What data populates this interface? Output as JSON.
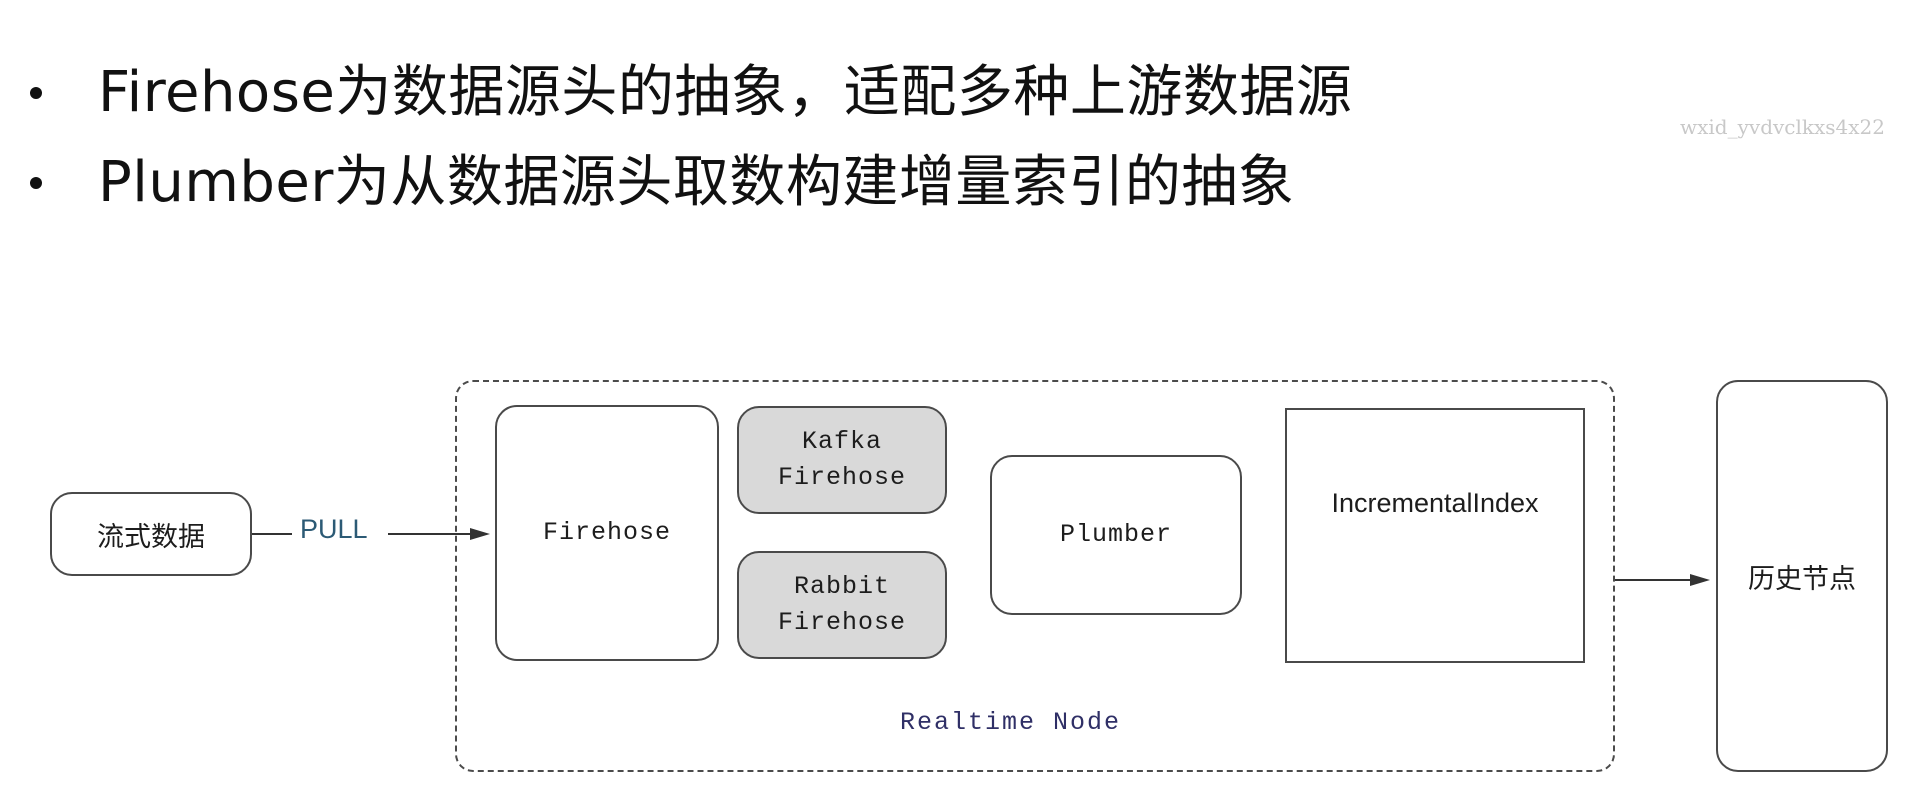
{
  "bullets": [
    {
      "text": "Firehose为数据源头的抽象，适配多种上游数据源"
    },
    {
      "text": "Plumber为从数据源头取数构建增量索引的抽象"
    }
  ],
  "watermark": "wxid_yvdvclkxs4x22",
  "diagram": {
    "source": "流式数据",
    "pull": "PULL",
    "firehose": "Firehose",
    "kafka_firehose": "Kafka\nFirehose",
    "rabbit_firehose": "Rabbit\nFirehose",
    "plumber": "Plumber",
    "incremental_index": "IncrementalIndex",
    "realtime_node": "Realtime Node",
    "history_node": "历史节点"
  }
}
